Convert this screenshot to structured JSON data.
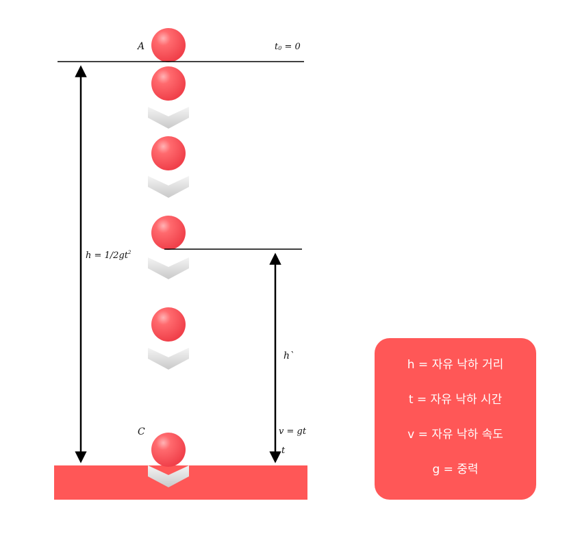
{
  "colors": {
    "accent": "#ff5757",
    "ball": "#ff5a5f",
    "ground": "#ff5757",
    "line": "#000000"
  },
  "labels": {
    "top_point": "A",
    "bottom_point": "C",
    "t0_main": "t",
    "t0_sub": "0",
    "t0_value": " = 0",
    "h_formula": "h = 1/2gt",
    "h_formula_sup": "2",
    "h_prime": "h`",
    "v_formula": "v = gt",
    "t_label": "t"
  },
  "legend": {
    "items": [
      "h = 자유 낙하 거리",
      "t = 자유 낙하 시간",
      "v = 자유 낙하 속도",
      "g = 중력"
    ]
  }
}
